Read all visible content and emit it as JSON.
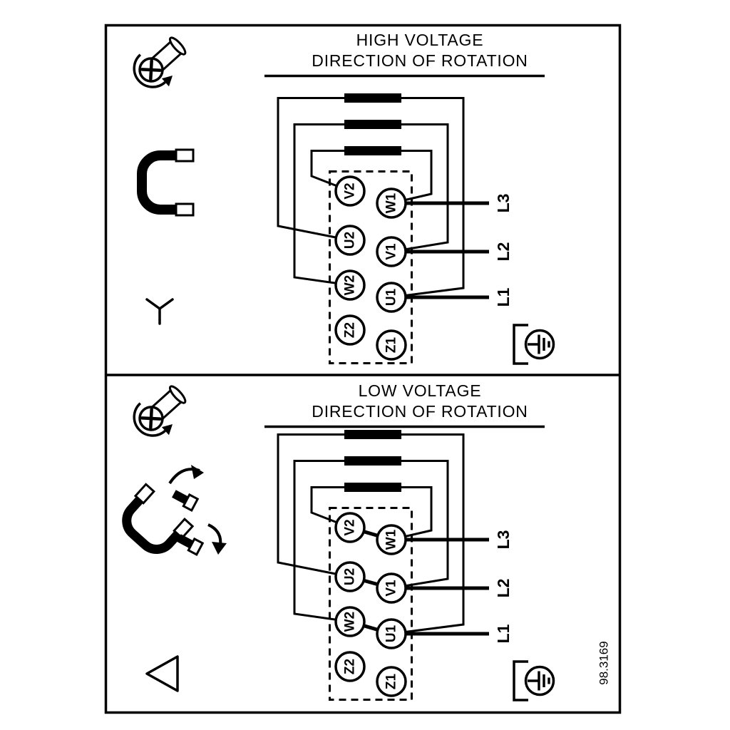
{
  "figure_number": "98.3169",
  "colors": {
    "line": "#000000",
    "background": "#ffffff"
  },
  "panels": [
    {
      "id": "high-voltage",
      "title_line1": "HIGH VOLTAGE",
      "title_line2": "DIRECTION OF ROTATION",
      "connection": "star",
      "icons": [
        "screw-rotation-icon",
        "terminal-bridge-icon",
        "star-connection-icon",
        "ground-icon"
      ],
      "terminals_left": [
        "V2",
        "U2",
        "W2",
        "Z2"
      ],
      "terminals_right": [
        "W1",
        "V1",
        "U1",
        "Z1"
      ],
      "phase_labels": [
        "L3",
        "L2",
        "L1"
      ]
    },
    {
      "id": "low-voltage",
      "title_line1": "LOW VOLTAGE",
      "title_line2": "DIRECTION OF ROTATION",
      "connection": "delta",
      "icons": [
        "screw-rotation-icon",
        "terminal-links-repositioned-icon",
        "delta-connection-icon",
        "ground-icon"
      ],
      "terminals_left": [
        "V2",
        "U2",
        "W2",
        "Z2"
      ],
      "terminals_right": [
        "W1",
        "V1",
        "U1",
        "Z1"
      ],
      "phase_labels": [
        "L3",
        "L2",
        "L1"
      ]
    }
  ]
}
